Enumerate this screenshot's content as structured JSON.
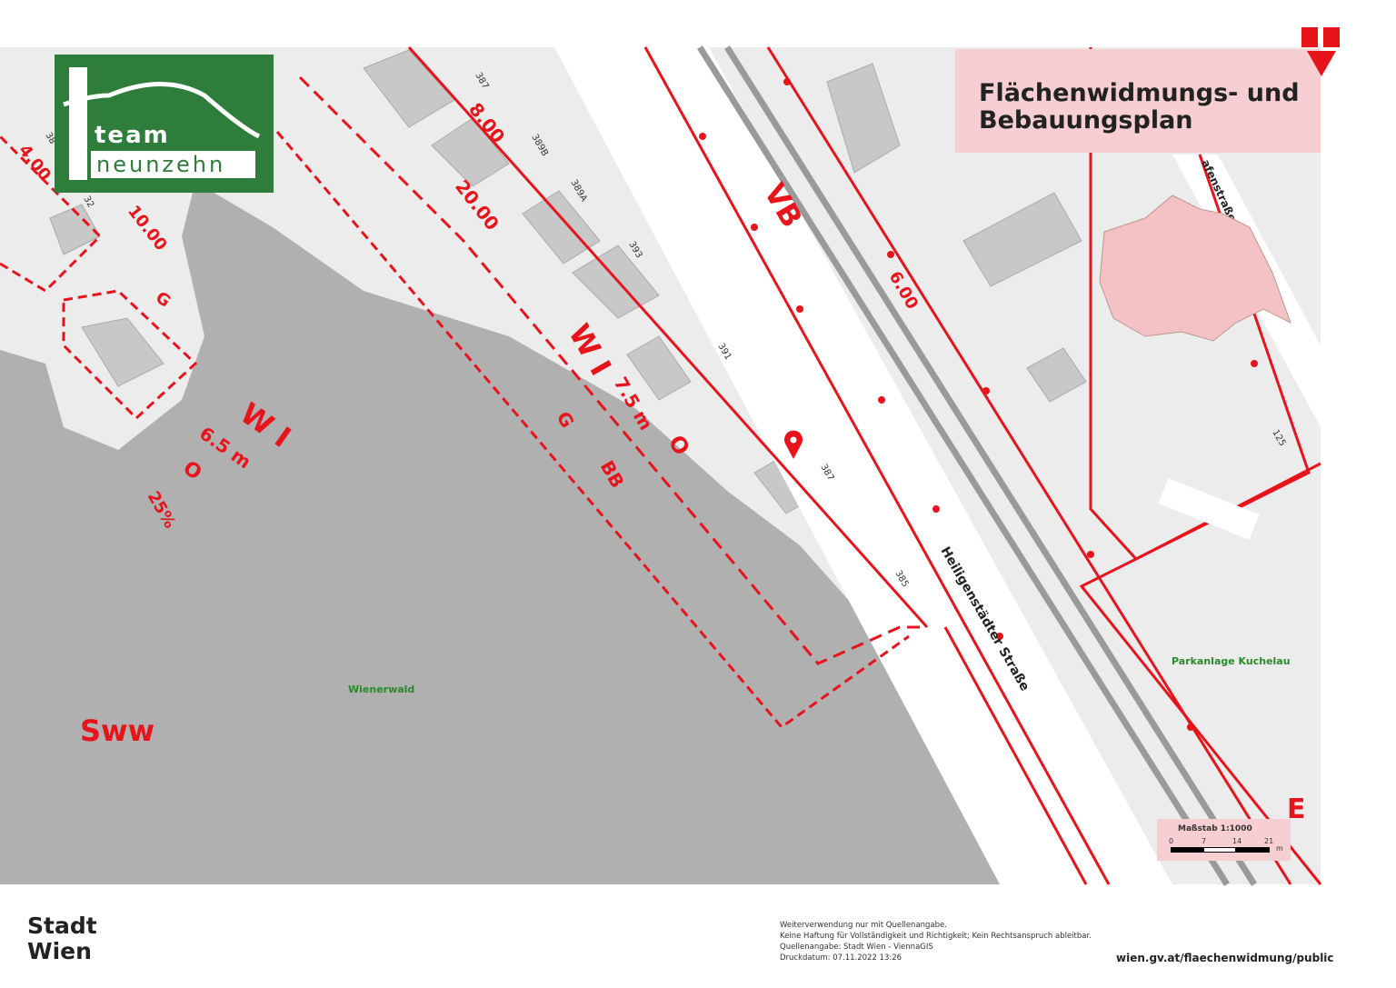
{
  "header": {
    "title_line1": "Flächenwidmungs- und",
    "title_line2": "Bebauungsplan"
  },
  "logo": {
    "line1": "team",
    "line2": "neunzehn",
    "color": "#2e7d3a"
  },
  "map": {
    "zoning_labels": {
      "vb": "VB",
      "wi_main": "W I",
      "height_main": "7.5 m",
      "o_main": "O",
      "g_main": "G",
      "bb": "BB",
      "wi_left": "W I",
      "height_left": "6.5 m",
      "o_left": "O",
      "pct_left": "25%",
      "g_left": "G",
      "sww": "Sww",
      "e": "E"
    },
    "dimensions": [
      "8.00",
      "20.00",
      "4.00",
      "10.00",
      "6.00"
    ],
    "house_numbers": [
      "387",
      "389B",
      "389A",
      "393",
      "391",
      "387",
      "385",
      "125",
      "38",
      "32"
    ],
    "streets": {
      "main": "Heiligenstädter Straße",
      "side": "afenstraße"
    },
    "areas": {
      "forest": "Wienerwald",
      "park": "Parkanlage Kuchelau"
    },
    "colors": {
      "zoning_red": "#e8141c",
      "forest_gray": "#b0b0b0",
      "park_green": "#2a8a2a"
    }
  },
  "scale": {
    "title": "Maßstab 1:1000",
    "ticks": [
      "0",
      "7",
      "14",
      "21"
    ],
    "unit": "m"
  },
  "footer": {
    "brand_line1": "Stadt",
    "brand_line2": "Wien",
    "disclaimer": [
      "Weiterverwendung nur mit Quellenangabe.",
      "Keine Haftung für Vollständigkeit und Richtigkeit; Kein Rechtsanspruch ableitbar.",
      "Quellenangabe: Stadt Wien - ViennaGIS",
      "Druckdatum: 07.11.2022 13:26"
    ],
    "url": "wien.gv.at/flaechenwidmung/public"
  }
}
